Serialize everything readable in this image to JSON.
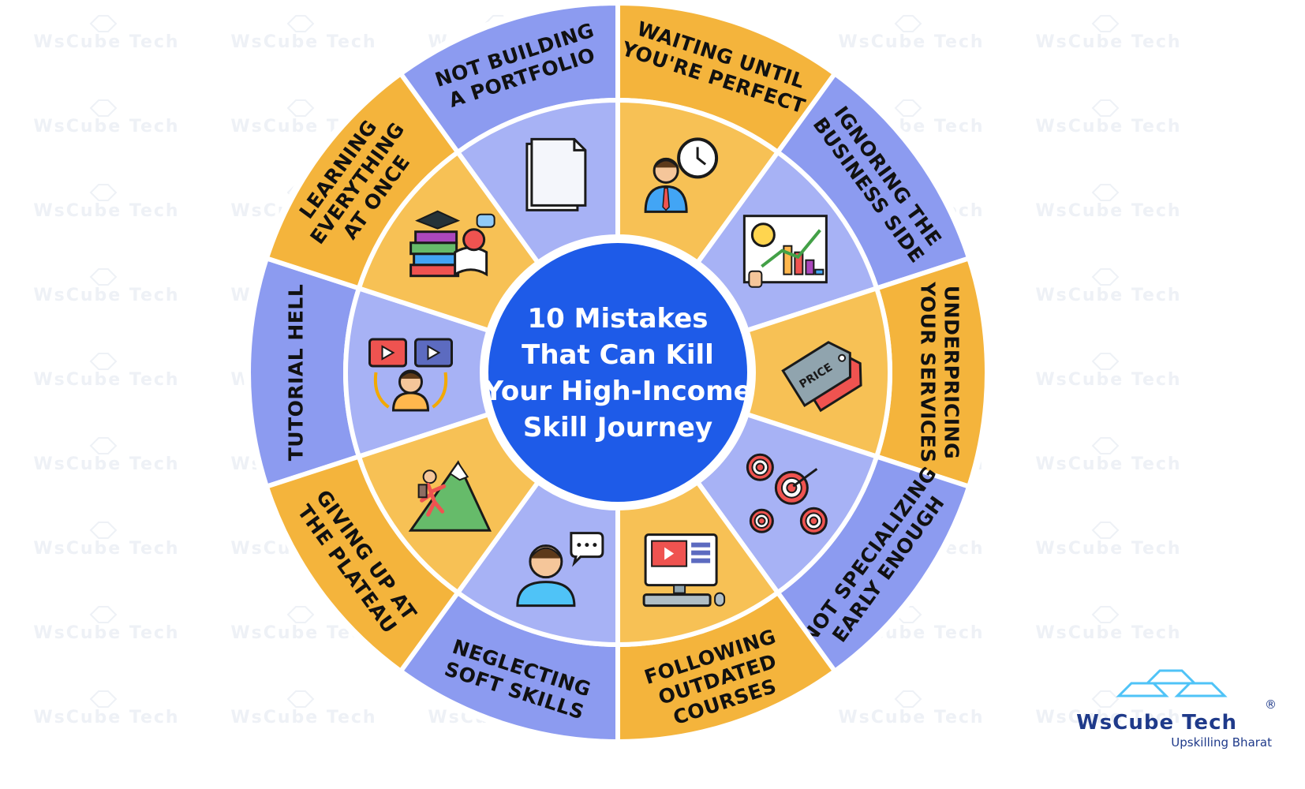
{
  "center": {
    "lines": [
      "10 Mistakes",
      "That Can Kill",
      "Your High-Income",
      "Skill Journey"
    ]
  },
  "segments": [
    {
      "label": [
        "TUTORIAL HELL"
      ],
      "icon": "tutorial-video-loop-icon"
    },
    {
      "label": [
        "LEARNING",
        "EVERYTHING",
        "AT ONCE"
      ],
      "icon": "books-graduation-cap-icon"
    },
    {
      "label": [
        "NOT BUILDING",
        "A PORTFOLIO"
      ],
      "icon": "blank-document-icon"
    },
    {
      "label": [
        "WAITING UNTIL",
        "YOU'RE PERFECT"
      ],
      "icon": "person-clock-icon"
    },
    {
      "label": [
        "IGNORING THE",
        "BUSINESS SIDE"
      ],
      "icon": "business-chart-icon"
    },
    {
      "label": [
        "UNDERPRICING",
        "YOUR SERVICES"
      ],
      "icon": "price-tag-icon"
    },
    {
      "label": [
        "NOT SPECIALIZING",
        "EARLY ENOUGH"
      ],
      "icon": "targets-icon"
    },
    {
      "label": [
        "FOLLOWING",
        "OUTDATED",
        "COURSES"
      ],
      "icon": "computer-video-icon"
    },
    {
      "label": [
        "NEGLECTING",
        "SOFT SKILLS"
      ],
      "icon": "person-speech-icon"
    },
    {
      "label": [
        "GIVING UP AT",
        "THE PLATEAU"
      ],
      "icon": "climber-mountain-icon"
    }
  ],
  "logo": {
    "name": "WsCube Tech",
    "tagline": "Upskilling Bharat",
    "mark": "®"
  },
  "watermark": {
    "text": "WsCube Tech"
  },
  "colors": {
    "blue_segment": "#8c9bf0",
    "blue_icon_area": "#a7b2f5",
    "orange_segment": "#f4b43c",
    "orange_icon_area": "#f7c155",
    "center": "#1e5be8",
    "center_ring": "#ffffff",
    "logo": "#1f3a8a"
  }
}
